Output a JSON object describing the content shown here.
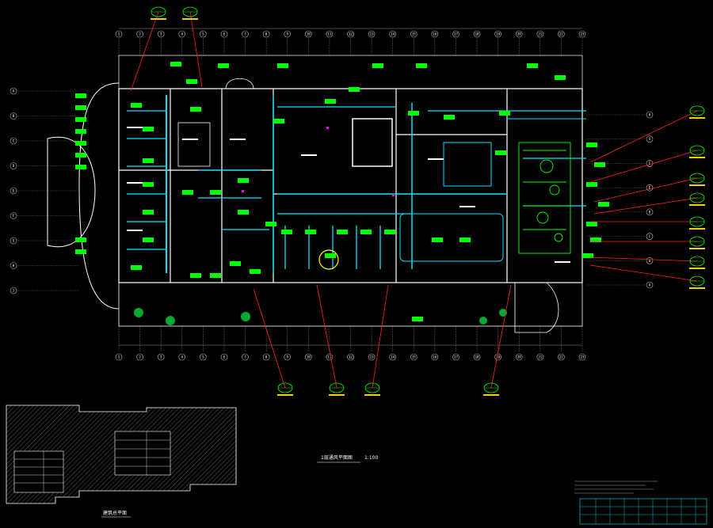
{
  "drawing": {
    "background": "#000000",
    "colors": {
      "wall": "#ffffff",
      "duct": "#00e5ff",
      "equipment": "#00ff00",
      "leader": "#ff2020",
      "grid": "#bfbfbf",
      "yellow": "#ffff00",
      "magenta": "#ff00ff"
    },
    "grid_top": [
      "1",
      "2",
      "3",
      "4",
      "5",
      "6",
      "7",
      "8",
      "9",
      "10",
      "11",
      "12",
      "13",
      "14",
      "15",
      "16",
      "17",
      "18",
      "19",
      "20",
      "21",
      "22",
      "23"
    ],
    "grid_left": [
      "A",
      "B",
      "C",
      "D",
      "E",
      "F",
      "G",
      "H",
      "J"
    ],
    "grid_right": [
      "H",
      "G",
      "F",
      "E",
      "D",
      "C",
      "B",
      "A"
    ],
    "main_caption": "1层通风平面图",
    "main_scale": "1:100",
    "keyplan_caption": "建筑总平面"
  }
}
